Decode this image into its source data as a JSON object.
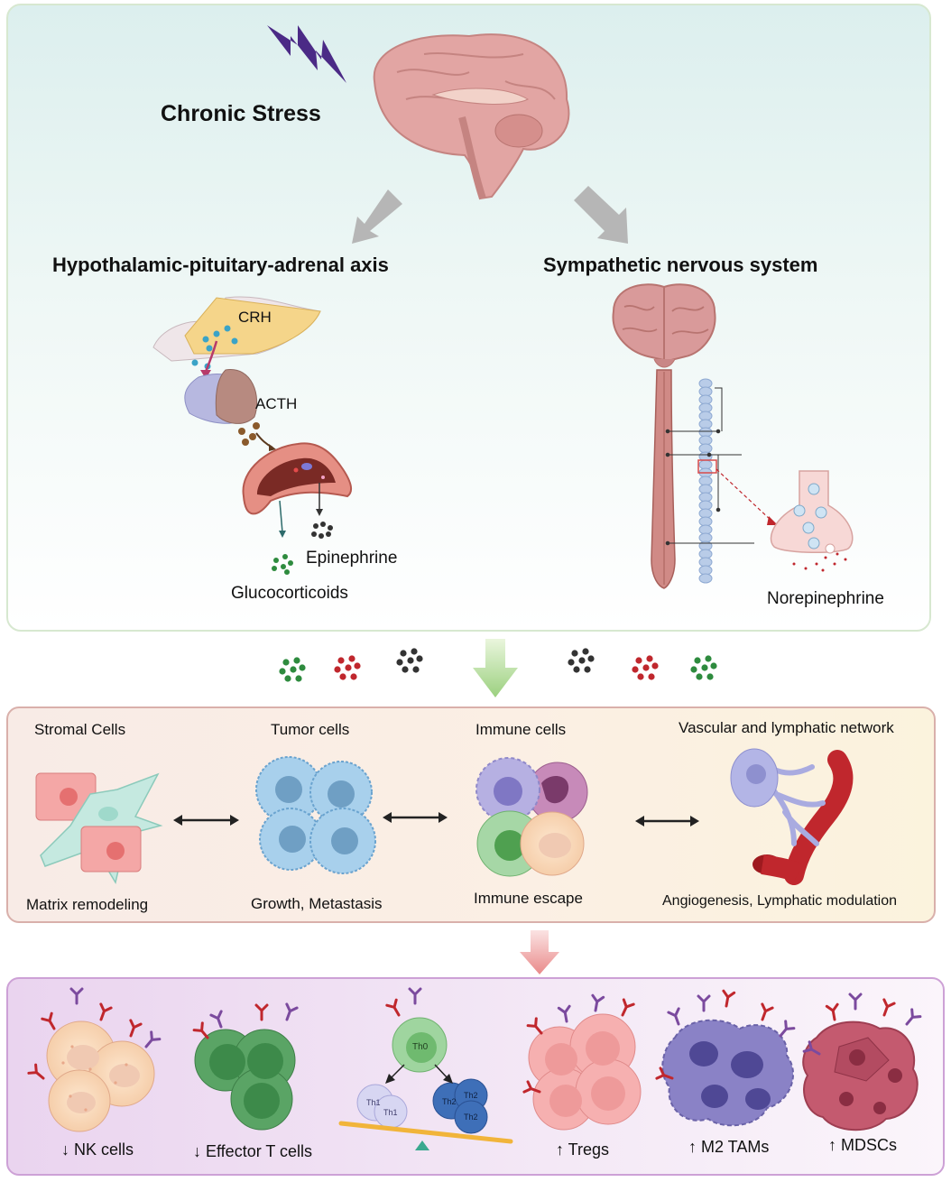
{
  "top": {
    "stress_label": "Chronic Stress",
    "hpa_title": "Hypothalamic-pituitary-adrenal axis",
    "sns_title": "Sympathetic nervous system",
    "crh": "CRH",
    "acth": "ACTH",
    "epinephrine": "Epinephrine",
    "glucocorticoids": "Glucocorticoids",
    "norepinephrine": "Norepinephrine"
  },
  "middle": {
    "headers": [
      "Stromal Cells",
      "Tumor cells",
      "Immune cells",
      "Vascular and lymphatic network"
    ],
    "effects": [
      "Matrix remodeling",
      "Growth, Metastasis",
      "Immune escape",
      "Angiogenesis, Lymphatic modulation"
    ]
  },
  "bottom": {
    "labels": [
      "↓ NK cells",
      "↓ Effector T cells",
      "↑ Tregs",
      "↑ M2 TAMs",
      "↑ MDSCs"
    ],
    "th_labels": [
      "Th0",
      "Th1",
      "Th1",
      "Th2",
      "Th2",
      "Th2"
    ]
  },
  "colors": {
    "green_dots": "#2e8b3e",
    "red_dots": "#c0272d",
    "black_dots": "#333333",
    "lightning": "#4b2a86",
    "brain": "#d99a9a"
  }
}
